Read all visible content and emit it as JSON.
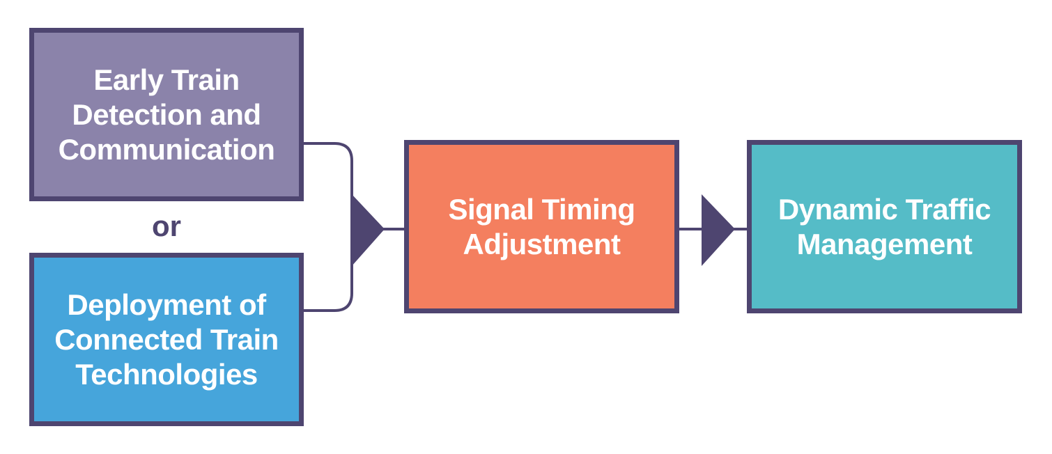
{
  "diagram": {
    "colors": {
      "border": "#4e4570",
      "early_box": "#8b83aa",
      "deploy_box": "#46a5db",
      "signal_box": "#f47f5f",
      "dynamic_box": "#55bcc7",
      "connector": "#4e4570"
    },
    "boxes": {
      "early_detection": "Early Train\nDetection and\nCommunication",
      "deployment": "Deployment of\nConnected Train\nTechnologies",
      "signal_timing": "Signal Timing\nAdjustment",
      "dynamic_traffic": "Dynamic Traffic\nManagement"
    },
    "or_label": "or",
    "arrows": [
      "arrow-head-icon",
      "arrow-head-icon"
    ]
  }
}
